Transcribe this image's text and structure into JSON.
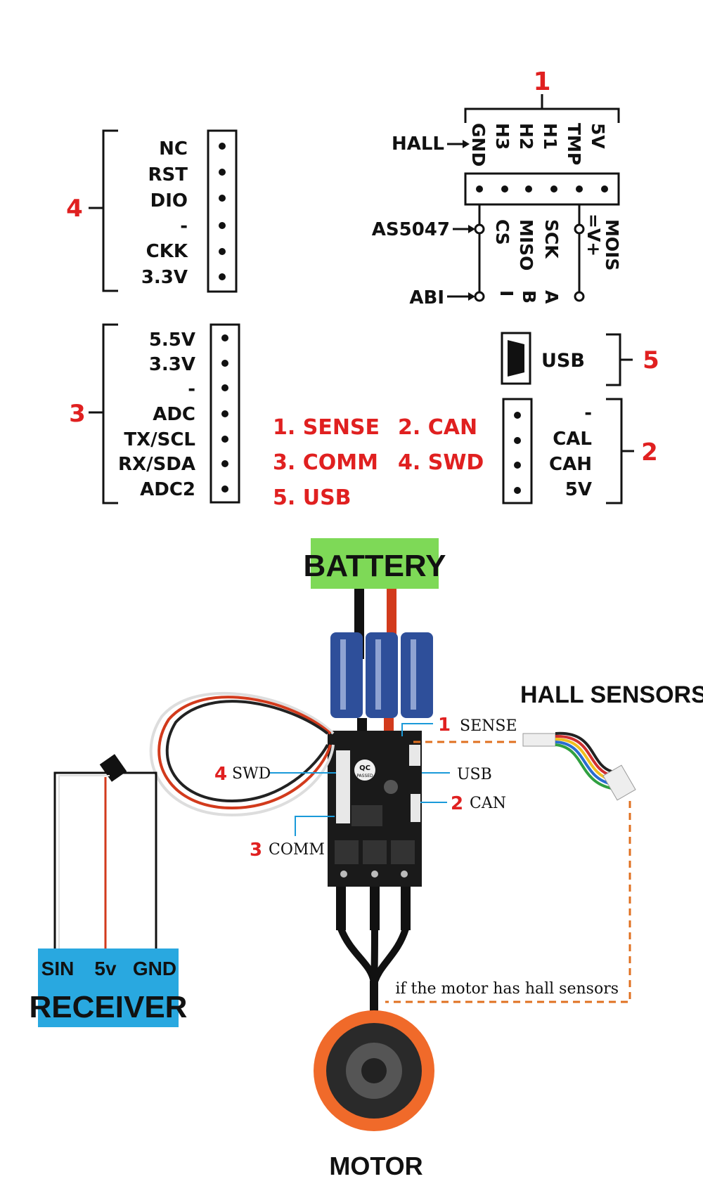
{
  "connectors": {
    "c4": {
      "num": "4",
      "pins": [
        "NC",
        "RST",
        "DIO",
        "-",
        "CKK",
        "3.3V"
      ]
    },
    "c3": {
      "num": "3",
      "pins": [
        "5.5V",
        "3.3V",
        "-",
        "ADC",
        "TX/SCL",
        "RX/SDA",
        "ADC2"
      ]
    },
    "c1": {
      "num": "1",
      "top_pins": [
        "GND",
        "H3",
        "H2",
        "H1",
        "TMP",
        "5V"
      ],
      "bottom_pins": [
        "CS",
        "MISO",
        "SCK",
        "MOIS",
        "=V+"
      ],
      "abi_pins": [
        "I",
        "B",
        "A"
      ],
      "hall": "HALL",
      "as5047": "AS5047",
      "abi": "ABI"
    },
    "c5": {
      "num": "5",
      "label": "USB"
    },
    "c2": {
      "num": "2",
      "pins": [
        "-",
        "CAL",
        "CAH",
        "5V"
      ]
    }
  },
  "legend": {
    "items": [
      "1. SENSE",
      "2. CAN",
      "3. COMM",
      "4. SWD",
      "5. USB"
    ]
  },
  "wiring": {
    "battery": "BATTERY",
    "hall_sensors": "HALL SENSORS",
    "receiver": "RECEIVER",
    "receiver_pins": [
      "SIN",
      "5v",
      "GND"
    ],
    "motor": "MOTOR",
    "hall_note": "if the motor has hall sensors",
    "qc_text": "QC",
    "qc_sub": "PASSED",
    "callouts": [
      {
        "num": "1",
        "text": "SENSE"
      },
      {
        "num": "",
        "text": "USB"
      },
      {
        "num": "2",
        "text": "CAN"
      },
      {
        "num": "4",
        "text": "SWD"
      },
      {
        "num": "3",
        "text": "COMM"
      }
    ]
  },
  "colors": {
    "accent_red": "#e02020",
    "battery_green": "#7ed957",
    "receiver_blue": "#29a8e0",
    "callout_blue": "#1a9ad9",
    "dashed_orange": "#e07020",
    "motor_orange": "#f06a2a"
  }
}
